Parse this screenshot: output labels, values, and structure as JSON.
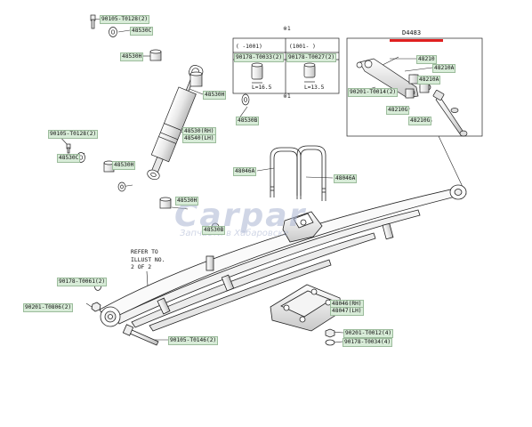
{
  "header": {
    "catalog_code": "D4483",
    "accent_color": "#e02020"
  },
  "notes": {
    "star_left": "※1",
    "star_right": "※1"
  },
  "inset_spacer": {
    "columns": [
      {
        "range": "( -1001)",
        "part": "90178-T0033(2)",
        "dim": "L=16.5"
      },
      {
        "range": "(1001- )",
        "part": "90178-T0027(2)",
        "dim": "L=13.5"
      }
    ]
  },
  "refer_note": {
    "lines": [
      "REFER TO",
      "ILLUST NO.",
      "2 OF 2"
    ]
  },
  "labels": {
    "l1": "90105-T0128(2)",
    "l2": "48530C",
    "l3": "48530H",
    "l4": "48530H",
    "l5": "48530B",
    "l6": "48530(RH)",
    "l7": "48540(LH)",
    "l8": "90105-T0128(2)",
    "l9": "48530C",
    "l10": "48530H",
    "l11": "48530H",
    "l12": "48530B",
    "l13": "48046A",
    "l14": "48046A",
    "l15": "48210",
    "l16": "48210A",
    "l17": "48210A",
    "l18": "48210G",
    "l19": "48210G",
    "l20": "90201-T0014(2)",
    "l21": "48046(RH)",
    "l22": "48047(LH)",
    "l23": "90201-T0012(4)",
    "l24": "90178-T0034(4)",
    "l25": "90178-T0061(2)",
    "l26": "90201-T0806(2)",
    "l27": "90105-T0146(2)",
    "l28": "48210"
  },
  "watermark": {
    "brand": "Carpar",
    "sub": "Запчасти в Хабаровске"
  },
  "colors": {
    "label_bg": "#d8ecd8",
    "line": "#222222"
  }
}
